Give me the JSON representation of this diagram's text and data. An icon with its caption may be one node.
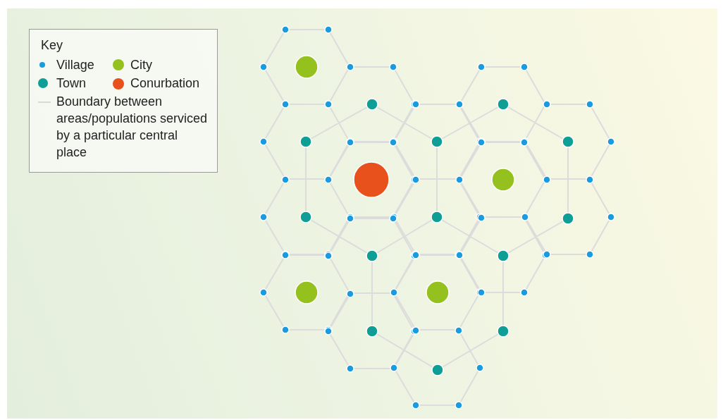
{
  "diagram": {
    "labels": [
      "Key"
    ],
    "legend": [
      {
        "text": "Village",
        "color": "#1a9be0"
      },
      {
        "text": "City",
        "color": "#95c11f"
      },
      {
        "text": "Town",
        "color": "#0e9e96"
      },
      {
        "text": "Conurbation",
        "color": "#e8501c"
      },
      {
        "text": "Boundary between areas/populations serviced by a particular central place"
      }
    ]
  }
}
